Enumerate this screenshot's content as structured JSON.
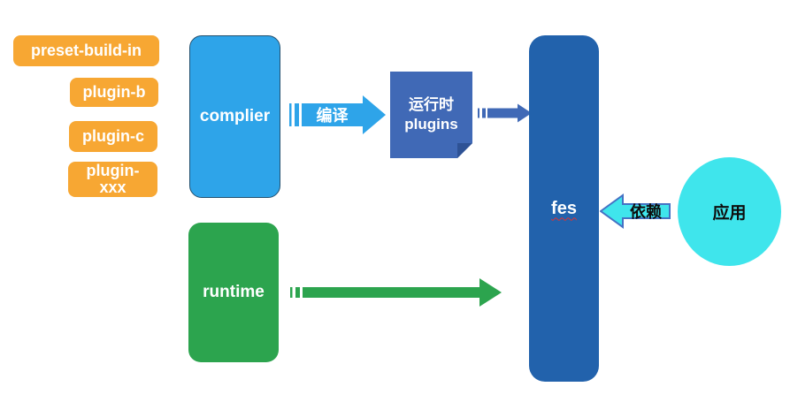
{
  "diagram": {
    "plugin_chips": [
      {
        "label": "preset-build-in"
      },
      {
        "label": "plugin-b"
      },
      {
        "label": "plugin-c"
      },
      {
        "label": "plugin-xxx"
      }
    ],
    "compiler_block": {
      "label": "complier"
    },
    "compile_arrow": {
      "label": "编译"
    },
    "runtime_plugins_box": {
      "line1": "运行时",
      "line2": "plugins"
    },
    "fes_block": {
      "label": "fes"
    },
    "runtime_block": {
      "label": "runtime"
    },
    "depend_arrow": {
      "label": "依赖"
    },
    "app_ellipse": {
      "label": "应用"
    }
  },
  "colors": {
    "chip_orange": "#F7A733",
    "light_blue": "#2EA4E9",
    "medium_blue": "#4069B6",
    "fold_blue": "#2E5295",
    "dark_blue": "#2262AC",
    "green": "#2CA44E",
    "cyan": "#3FE5EC",
    "arrow_border_blue": "#4472C4",
    "spellcheck_red": "#E03131"
  }
}
